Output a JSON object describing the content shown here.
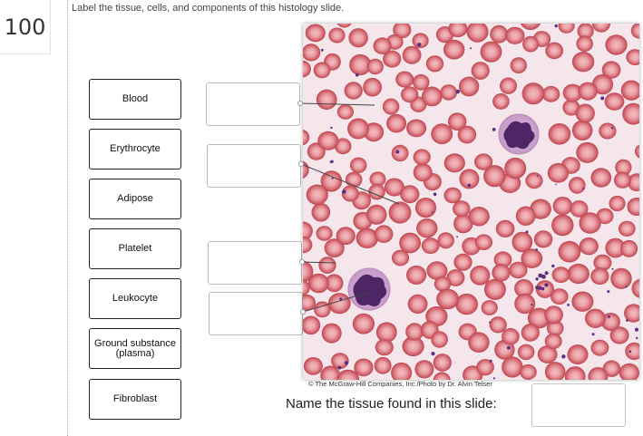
{
  "score": "100",
  "instruction": "Label the tissue, cells, and components of this histology slide.",
  "labels": [
    {
      "text": "Blood"
    },
    {
      "text": "Erythrocyte"
    },
    {
      "text": "Adipose"
    },
    {
      "text": "Platelet"
    },
    {
      "text": "Leukocyte"
    },
    {
      "text": "Ground substance (plasma)"
    },
    {
      "text": "Fibroblast"
    }
  ],
  "image_credit": "© The McGraw-Hill Companies, Inc./Photo by Dr. Alvin Telser",
  "question": "Name the tissue found in this slide:",
  "colors": {
    "plasma": "#f4e6ea",
    "rbc_edge": "#c8545e",
    "rbc_center": "#f0b2b6",
    "nucleus": "#4e2565",
    "leader": "#444444"
  }
}
